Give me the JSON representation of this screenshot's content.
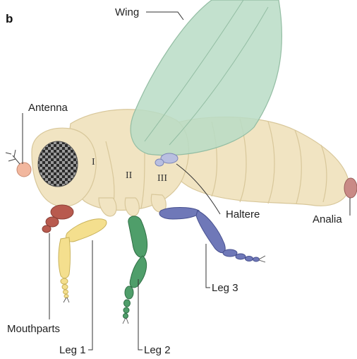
{
  "panel_letter": "b",
  "labels": {
    "wing": "Wing",
    "antenna": "Antenna",
    "mouthparts": "Mouthparts",
    "leg1": "Leg 1",
    "leg2": "Leg 2",
    "leg3": "Leg 3",
    "haltere": "Haltere",
    "analia": "Analia"
  },
  "segments": [
    "I",
    "II",
    "III"
  ],
  "colors": {
    "body": "#f1e4c2",
    "body_outline": "#d8c79a",
    "wing": "#b9dcc6",
    "eye_dark": "#2b2b2b",
    "eye_light": "#9a9a9a",
    "antenna": "#f2b79e",
    "mouthparts": "#b85a4e",
    "leg1": "#f4df8e",
    "leg2": "#4f9e6a",
    "leg3": "#6f78b8",
    "haltere": "#b9bfe0",
    "analia": "#c98a86"
  }
}
